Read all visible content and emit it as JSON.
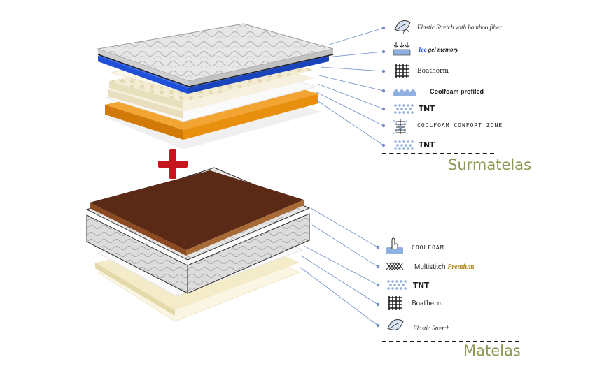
{
  "sections": {
    "topper": "Surmatelas",
    "mattress": "Matelas"
  },
  "topper_layers": [
    {
      "label": "Elastic Stretch with bamboo fiber",
      "icon": "leaf-fabric-icon",
      "style": "script"
    },
    {
      "label": "Ice",
      "label2": "gel memory",
      "icon": "cooling-arrows-icon",
      "style": "ice"
    },
    {
      "label": "Boatherm",
      "icon": "weave-grid-icon",
      "style": "serif"
    },
    {
      "label": "Coolfoam profiled",
      "icon": "profiled-foam-icon",
      "style": "bold"
    },
    {
      "label": "TNT",
      "icon": "nonwoven-dots-icon",
      "style": "tnt"
    },
    {
      "label": "COOLFOAM CONFORT ZONE",
      "icon": "spring-zone-icon",
      "style": "mono"
    },
    {
      "label": "TNT",
      "icon": "nonwoven-dots-icon",
      "style": "tnt"
    }
  ],
  "mattress_layers": [
    {
      "label": "COOLFOAM",
      "icon": "hand-press-foam-icon",
      "style": "mono"
    },
    {
      "label": "Multistitch",
      "label2": "Premium",
      "icon": "crosshatch-stitch-icon",
      "style": "multi"
    },
    {
      "label": "TNT",
      "icon": "nonwoven-dots-icon",
      "style": "tnt"
    },
    {
      "label": "Boatherm",
      "icon": "weave-grid-icon",
      "style": "serif"
    },
    {
      "label": "Elastic Stretch",
      "icon": "leaf-fabric-icon",
      "style": "script"
    }
  ],
  "colors": {
    "section_label": "#8c9a55",
    "plus_sign": "#c4161c",
    "blue_foam": "#1f4fd8",
    "orange_foam": "#e8900e",
    "brown_topper": "#5a2a16",
    "cream_layer": "#f4ecc8",
    "leader_line": "#6f8fc8"
  }
}
